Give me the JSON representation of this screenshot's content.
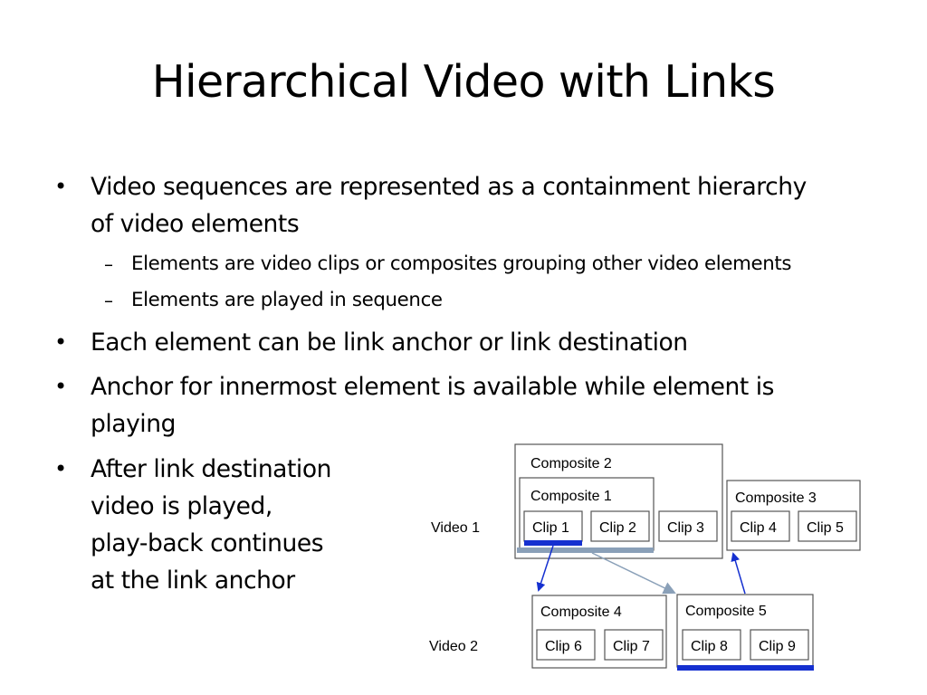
{
  "slide": {
    "title": "Hierarchical Video with Links",
    "bullets": [
      {
        "lines": [
          "Video sequences are represented as a containment hierarchy",
          "of video elements"
        ],
        "subbullets": [
          "Elements are video clips or composites grouping other video elements",
          "Elements are played in sequence"
        ]
      },
      {
        "lines": [
          "Each element can be link anchor or link destination"
        ]
      },
      {
        "lines": [
          "Anchor for innermost element is available while element is",
          "playing"
        ]
      },
      {
        "lines": [
          "After link destination",
          "video is played,",
          "play-back continues",
          "at the link anchor"
        ]
      }
    ]
  },
  "diagram": {
    "video1_label": "Video 1",
    "video2_label": "Video 2",
    "composites": {
      "composite2": "Composite 2",
      "composite1": "Composite 1",
      "composite3": "Composite 3",
      "composite4": "Composite 4",
      "composite5": "Composite 5"
    },
    "clips": {
      "clip1": "Clip 1",
      "clip2": "Clip 2",
      "clip3": "Clip 3",
      "clip4": "Clip 4",
      "clip5": "Clip 5",
      "clip6": "Clip 6",
      "clip7": "Clip 7",
      "clip8": "Clip 8",
      "clip9": "Clip 9"
    },
    "colors": {
      "anchor_blue": "#1530d0",
      "link_gray": "#8aa0b8"
    }
  }
}
